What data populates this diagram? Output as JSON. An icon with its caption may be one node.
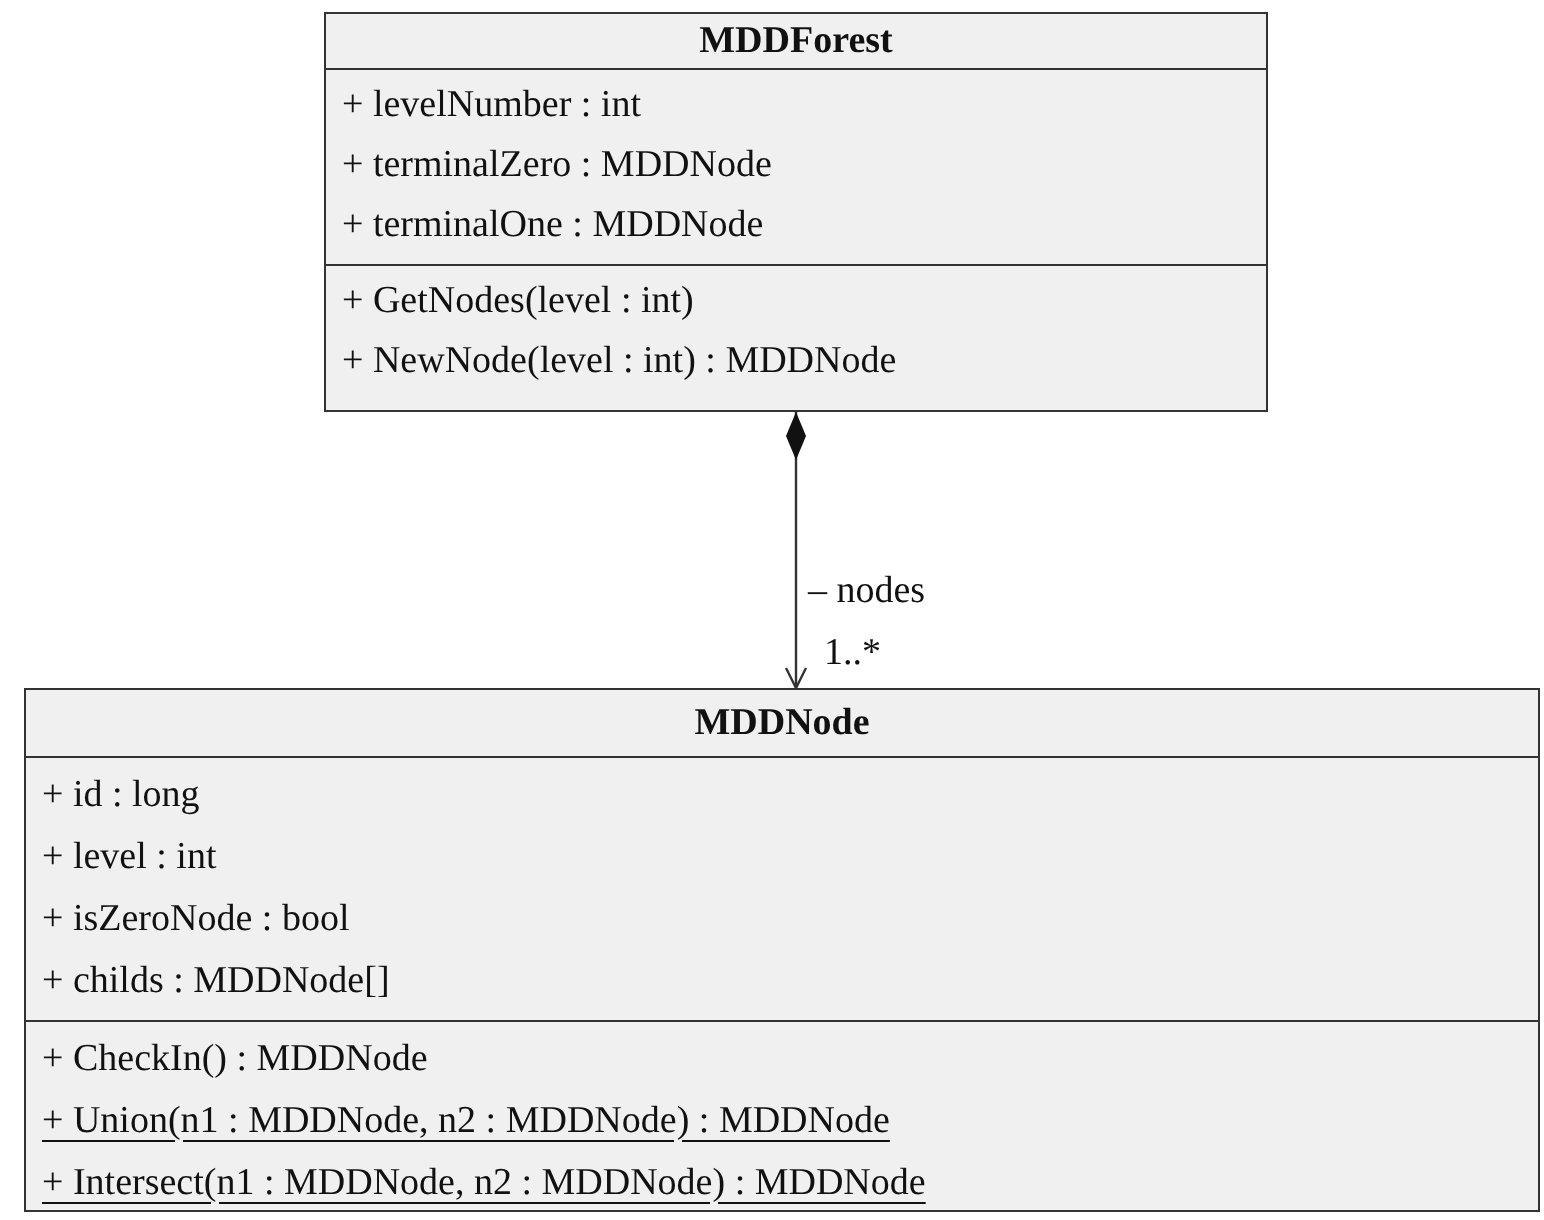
{
  "diagram": {
    "nodes": [
      {
        "text": [
          "MDDForest",
          "+ levelNumber : int",
          "+ terminalZero : MDDNode",
          "+ terminalOne : MDDNode",
          "+ GetNodes(level : int)",
          "+ NewNode(level : int) : MDDNode"
        ]
      },
      {
        "text": [
          "MDDNode",
          "+ id : long",
          "+ level : int",
          "+ isZeroNode : bool",
          "+ childs : MDDNode[]",
          "+ CheckIn() : MDDNode",
          "+ Union(n1 : MDDNode, n2 : MDDNode) : MDDNode",
          "+ Intersect(n1 : MDDNode, n2 : MDDNode) : MDDNode"
        ]
      }
    ],
    "edges": [
      {
        "from": 0,
        "to": 1,
        "arrow": "to",
        "label": "– nodes"
      }
    ],
    "labels": [
      "1..*"
    ]
  }
}
